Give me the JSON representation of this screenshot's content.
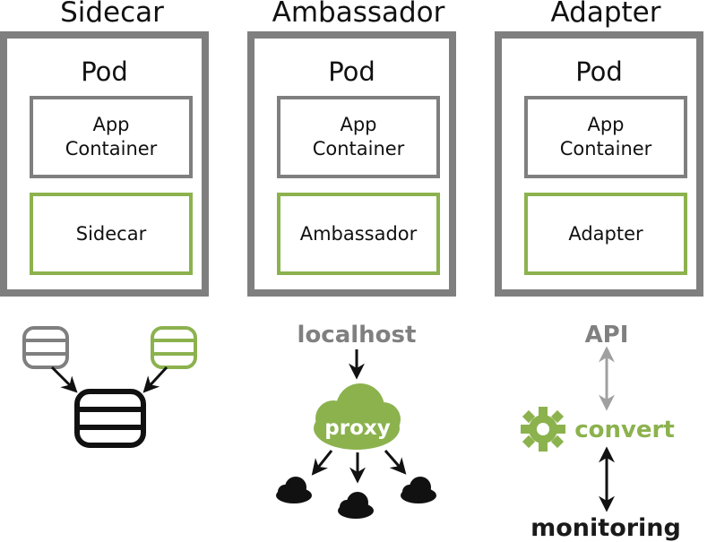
{
  "columns": [
    {
      "title": "Sidecar",
      "pod_label": "Pod",
      "app_label": "App\nContainer",
      "helper_label": "Sidecar"
    },
    {
      "title": "Ambassador",
      "pod_label": "Pod",
      "app_label": "App\nContainer",
      "helper_label": "Ambassador"
    },
    {
      "title": "Adapter",
      "pod_label": "Pod",
      "app_label": "App\nContainer",
      "helper_label": "Adapter"
    }
  ],
  "ambassador_diagram": {
    "source_label": "localhost",
    "proxy_label": "proxy"
  },
  "adapter_diagram": {
    "top_label": "API",
    "middle_label": "convert",
    "bottom_label": "monitoring"
  },
  "colors": {
    "gray": "#7f7f7f",
    "green": "#8cb24e",
    "black": "#111111"
  },
  "icons": [
    "database-icon",
    "cloud-icon",
    "gear-icon",
    "arrow-icon"
  ]
}
